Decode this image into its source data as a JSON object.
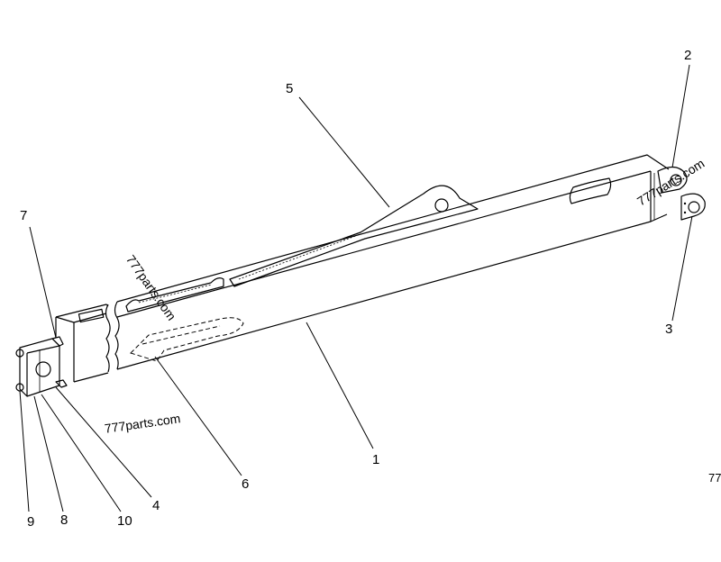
{
  "diagram": {
    "callouts": [
      {
        "id": "1",
        "label": "1"
      },
      {
        "id": "2",
        "label": "2"
      },
      {
        "id": "3",
        "label": "3"
      },
      {
        "id": "4",
        "label": "4"
      },
      {
        "id": "5",
        "label": "5"
      },
      {
        "id": "6",
        "label": "6"
      },
      {
        "id": "7",
        "label": "7"
      },
      {
        "id": "8",
        "label": "8"
      },
      {
        "id": "9",
        "label": "9"
      },
      {
        "id": "10",
        "label": "10"
      }
    ],
    "watermarks": [
      "777parts.com",
      "777parts.com",
      "777parts.com"
    ],
    "corner_text": "77"
  }
}
